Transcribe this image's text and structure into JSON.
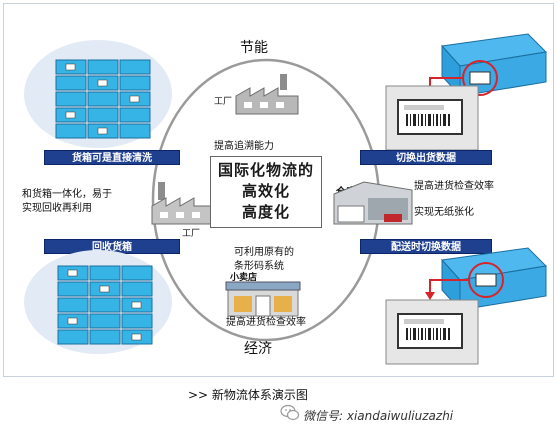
{
  "center": {
    "line1": "国际化物流的",
    "line2": "高效化",
    "line3": "高度化"
  },
  "top": {
    "label": "节能"
  },
  "bottom": {
    "label": "经济"
  },
  "factory_top": {
    "label": "工厂",
    "caption": "提高追溯能力"
  },
  "factory_left": {
    "label": "工厂"
  },
  "warehouse": {
    "label": "仓库",
    "caption1": "提高进货检查效率",
    "caption2": "实现无纸张化"
  },
  "store": {
    "label": "小卖店",
    "caption_top1": "可利用原有的",
    "caption_top2": "条形码系统",
    "caption_bottom": "提高进货检查效率"
  },
  "left_top": {
    "bar": "货箱可是直接清洗"
  },
  "left_middle": {
    "line1": "和货箱一体化，易于",
    "line2": "实现回收再利用"
  },
  "left_bottom": {
    "bar": "回收货箱"
  },
  "right_top": {
    "bar": "切换出货数据"
  },
  "right_bottom": {
    "bar": "配送时切换数据"
  },
  "footer": {
    "caption": ">> 新物流体系演示图",
    "wechat": "微信号: xiandaiwuliuzazhi"
  },
  "colors": {
    "bar": "#1f3f8f",
    "crate": "#37b4e6",
    "tray": "#4fb8ee",
    "ring": "#9a9a9a",
    "arrow": "#d8232a"
  }
}
